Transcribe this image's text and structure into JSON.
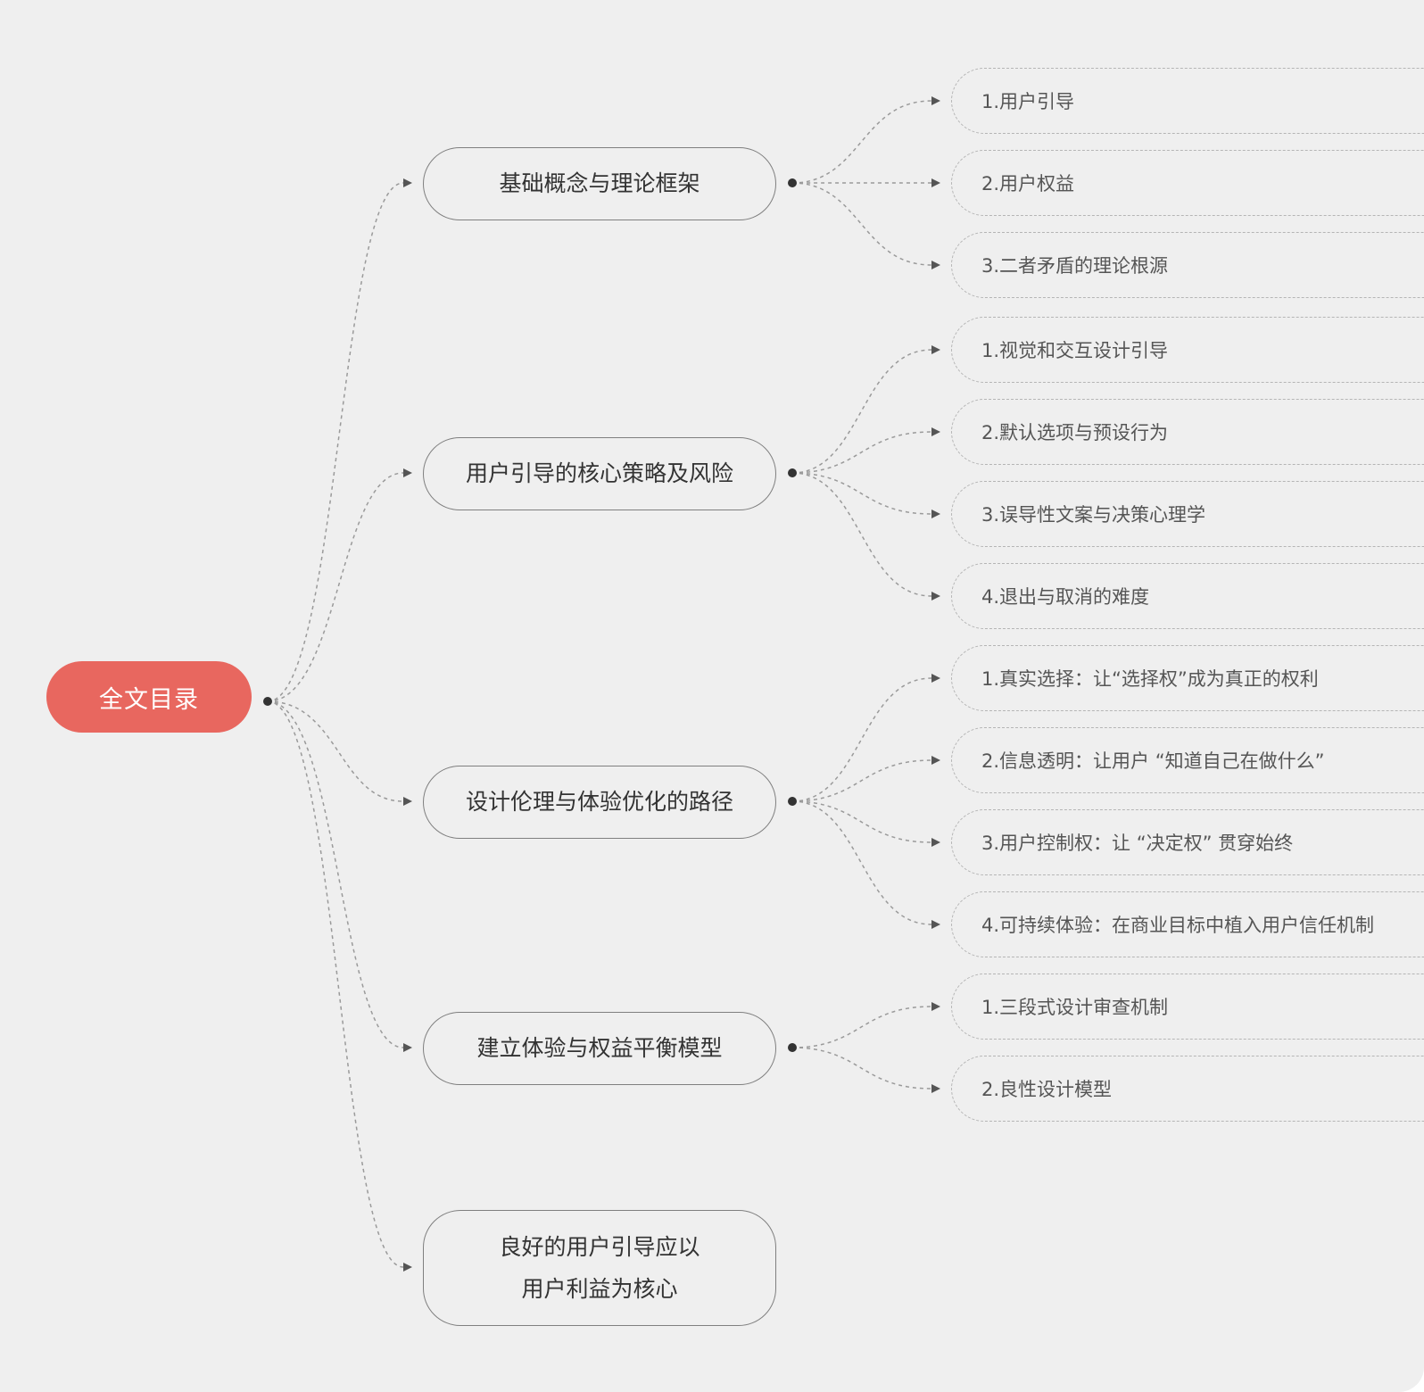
{
  "colors": {
    "background": "#efefef",
    "root_fill": "#e8675f",
    "connector": "#9a9a9a"
  },
  "root": {
    "label": "全文目录"
  },
  "branches": [
    {
      "label": "基础概念与理论框架",
      "children": [
        "1.用户引导",
        "2.用户权益",
        "3.二者矛盾的理论根源"
      ]
    },
    {
      "label": "用户引导的核心策略及风险",
      "children": [
        "1.视觉和交互设计引导",
        "2.默认选项与预设行为",
        "3.误导性文案与决策心理学",
        "4.退出与取消的难度"
      ]
    },
    {
      "label": "设计伦理与体验优化的路径",
      "children": [
        "1.真实选择：让“选择权”成为真正的权利",
        "2.信息透明：让用户 “知道自己在做什么”",
        "3.用户控制权：让 “决定权” 贯穿始终",
        "4.可持续体验：在商业目标中植入用户信任机制"
      ]
    },
    {
      "label": "建立体验与权益平衡模型",
      "children": [
        "1.三段式设计审查机制",
        "2.良性设计模型"
      ]
    },
    {
      "label_lines": [
        "良好的用户引导应以",
        "用户利益为核心"
      ],
      "children": []
    }
  ]
}
